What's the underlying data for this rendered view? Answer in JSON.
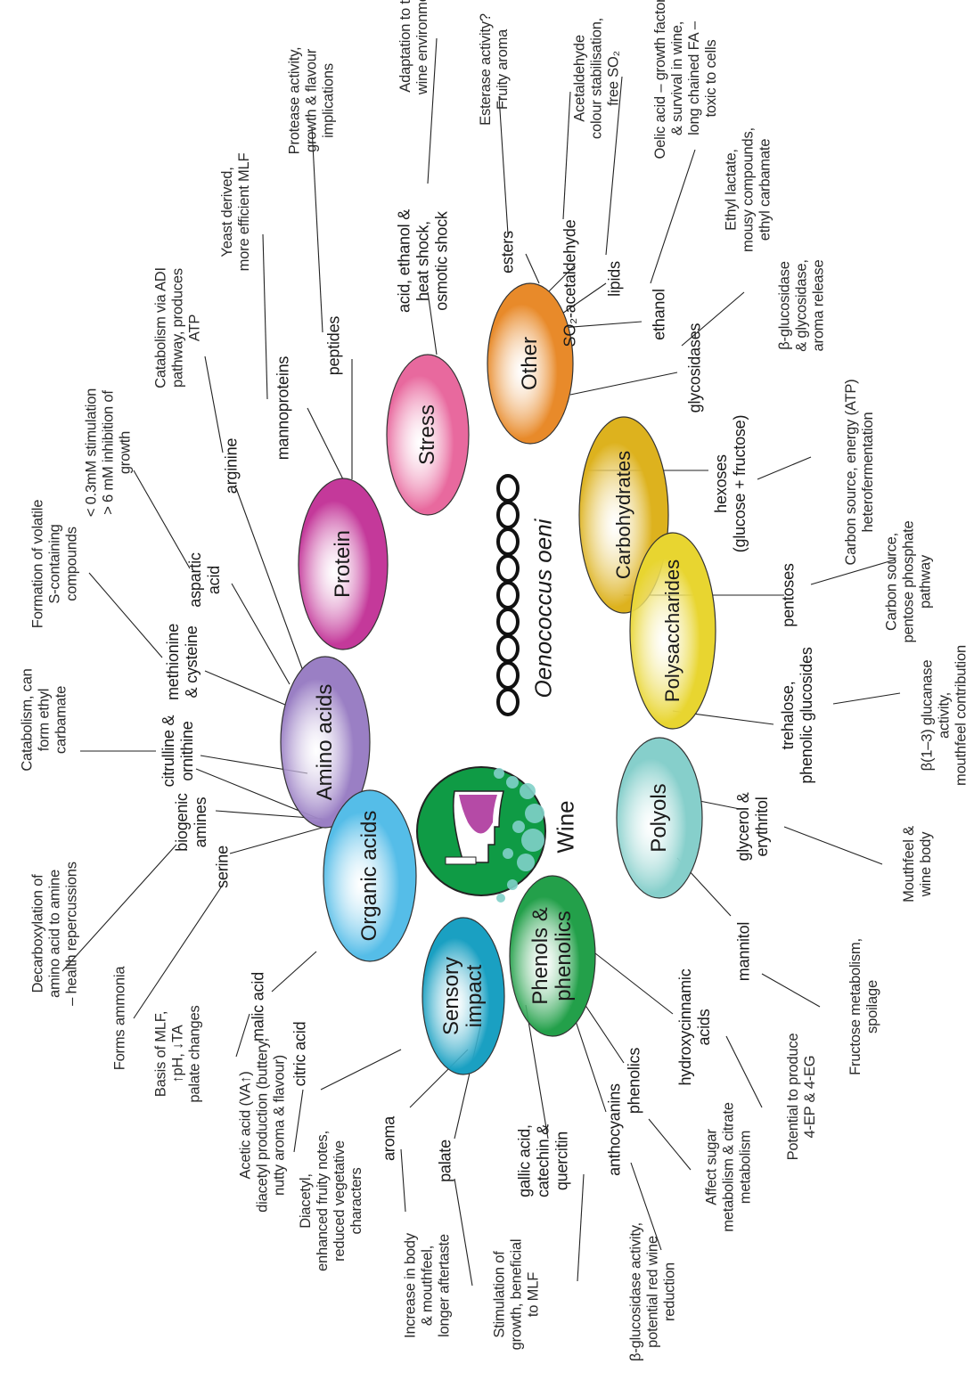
{
  "center": {
    "organism": "Oenococcus oeni",
    "wine_label": "Wine"
  },
  "categories": [
    {
      "id": "amino",
      "label": "Amino acids",
      "color": "#9a7fc4"
    },
    {
      "id": "protein",
      "label": "Protein",
      "color": "#c4399a"
    },
    {
      "id": "stress",
      "label": "Stress",
      "color": "#e8699e"
    },
    {
      "id": "other",
      "label": "Other",
      "color": "#e88a2a"
    },
    {
      "id": "carb",
      "label": "Carbohydrates",
      "color": "#ddb21e"
    },
    {
      "id": "poly",
      "label": "Polysaccharides",
      "color": "#e8d530"
    },
    {
      "id": "polyols",
      "label": "Polyols",
      "color": "#86cfcb"
    },
    {
      "id": "phenols",
      "label": "Phenols &\nphenolics",
      "color": "#23a04a"
    },
    {
      "id": "sensory",
      "label": "Sensory\nimpact",
      "color": "#1aa0c2"
    },
    {
      "id": "organic",
      "label": "Organic acids",
      "color": "#55bde8"
    }
  ],
  "items": {
    "serine": "serine",
    "biogenic": "biogenic\namines",
    "citrulline": "citrulline &\nornithine",
    "methionine": "methionine\n& cysteine",
    "aspartic": "aspartic\nacid",
    "arginine": "arginine",
    "mannoproteins": "mannoproteins",
    "peptides": "peptides",
    "stress_item": "acid, ethanol &\nheat shock,\nosmotic shock",
    "esters": "esters",
    "so2": "SO₂-acetaldehyde",
    "lipids": "lipids",
    "ethanol": "ethanol",
    "glycosidases": "glycosidases",
    "hexoses": "hexoses\n(glucose + fructose)",
    "pentoses": "pentoses",
    "trehalose": "trehalose,\nphenolic glucosides",
    "glycerol": "glycerol &\nerythritol",
    "mannitol": "mannitol",
    "hydroxycinnamic": "hydroxycinnamic\nacids",
    "phenolics": "phenolics",
    "anthocyanins": "anthocyanins",
    "gallic": "gallic acid,\ncatechin &\nquercitin",
    "palate": "palate",
    "aroma": "aroma",
    "citric": "citric acid",
    "malic": "malic acid"
  },
  "notes": {
    "forms_ammonia": "Forms ammonia",
    "decarboxylation": "Decarboxylation of\namino acid to amine\n– health repercussions",
    "catabolism_ethyl": "Catabolism, can\nform ethyl\ncarbamate",
    "formation_volatile": "Formation of volatile\nS-containing\ncompounds",
    "aspartic_note": "< 0.3mM stimulation\n> 6 mM inhibition of\ngrowth",
    "adi_note": "Catabolism via ADI\npathway, produces\nATP",
    "yeast_note": "Yeast derived,\nmore efficient MLF",
    "protease_note": "Protease activity,\ngrowth & flavour\nimplications",
    "adaptation_note": "Adaptation to the\nwine environment",
    "esterase_note": "Esterase activity?\nFruity aroma",
    "acetaldehyde_note": "Acetaldehyde\ncolour stabilisation,\nfree SO₂",
    "oleic_note": "Oelic acid – growth factor\n& survival in wine,\nlong chained FA –\ntoxic to cells",
    "ethyl_lactate_note": "Ethyl lactate,\nmousy compounds,\nethyl carbamate",
    "glucosidase_note": "β-glucosidase\n& glycosidase,\naroma release",
    "hexose_note": "Carbon source, energy (ATP)\nheterofermentation",
    "pentose_note": "Carbon source,\npentose phosphate\npathway",
    "glucanase_note": "β(1–3) glucanase\nactivity,\nmouthfeel contribution",
    "mouthfeel_note": "Mouthfeel &\nwine body",
    "fructose_note": "Fructose metabolism,\nspoilage",
    "potential_note": "Potential to produce\n4-EP & 4-EG",
    "affect_sugar_note": "Affect sugar\nmetabolism & citrate\nmetabolism",
    "bglucosidase_red_note": "β-glucosidase activity,\npotential red wine\nreduction",
    "stimulation_note": "Stimulation of\ngrowth, beneficial\nto MLF",
    "increase_body_note": "Increase in body\n& mouthfeel,\nlonger aftertaste",
    "diacetyl_note": "Diacetyl,\nenhanced fruity notes,\nreduced vegetative\ncharacters",
    "acetic_note": "Acetic acid (VA↑)\ndiacetyl production (buttery,\nnutty aroma & flavour)",
    "basis_note": "Basis of MLF,\n↑pH, ↓TA\npalate changes"
  }
}
